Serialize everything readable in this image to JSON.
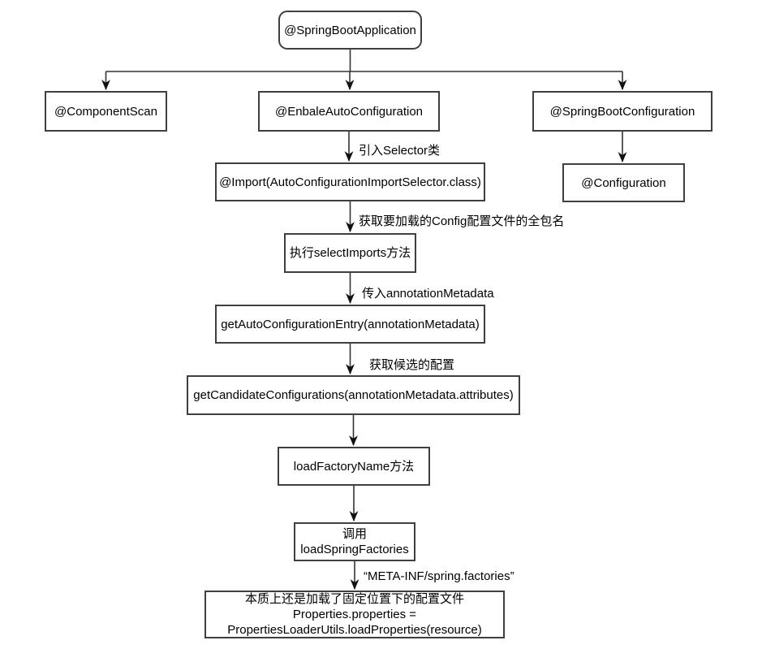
{
  "nodes": {
    "spring_boot_application": "@SpringBootApplication",
    "component_scan": "@ComponentScan",
    "enable_auto_configuration": "@EnbaleAutoConfiguration",
    "spring_boot_configuration": "@SpringBootConfiguration",
    "import_selector": "@Import(AutoConfigurationImportSelector.class)",
    "configuration": "@Configuration",
    "select_imports": "执行selectImports方法",
    "get_auto_configuration_entry": "getAutoConfigurationEntry(annotationMetadata)",
    "get_candidate_configurations": "getCandidateConfigurations(annotationMetadata.attributes)",
    "load_factory_name": "loadFactoryName方法",
    "load_spring_factories": {
      "line1": "调用",
      "line2": "loadSpringFactories"
    },
    "load_properties": {
      "line1": "本质上还是加载了固定位置下的配置文件",
      "line2": "Properties.properties =",
      "line3": "PropertiesLoaderUtils.loadProperties(resource)"
    }
  },
  "edge_labels": {
    "import_selector": "引入Selector类",
    "config_full_package": "获取要加载的Config配置文件的全包名",
    "annotation_metadata": "传入annotationMetadata",
    "candidate_config": "获取候选的配置",
    "spring_factories_path": "“META-INF/spring.factories”"
  },
  "colors": {
    "background": "#ffffff",
    "line": "#333333",
    "node_border": "#404040",
    "text": "#000000"
  }
}
